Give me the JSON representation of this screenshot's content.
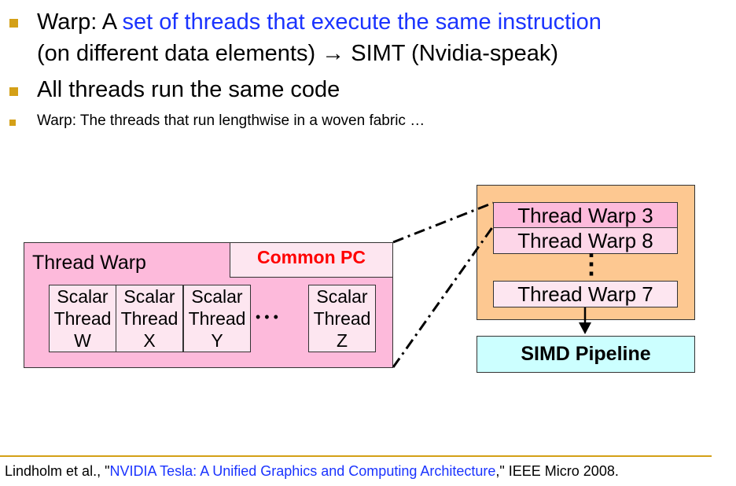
{
  "bullets": [
    {
      "prefix": "Warp: A ",
      "highlight": "set of threads that execute the same instruction",
      "line2": "(on different data elements) → SIMT (Nvidia-speak)"
    },
    {
      "text": "All threads run the same code"
    },
    {
      "text": "Warp: The threads that run lengthwise in a woven fabric …"
    }
  ],
  "diagram": {
    "warp_title": "Thread Warp",
    "common_pc": "Common PC",
    "threads": [
      {
        "l1": "Scalar",
        "l2": "Thread",
        "id": "W"
      },
      {
        "l1": "Scalar",
        "l2": "Thread",
        "id": "X"
      },
      {
        "l1": "Scalar",
        "l2": "Thread",
        "id": "Y"
      },
      {
        "l1": "Scalar",
        "l2": "Thread",
        "id": "Z"
      }
    ],
    "ellipsis": "• • •",
    "warps": [
      "Thread Warp 3",
      "Thread Warp 8",
      "Thread Warp 7"
    ],
    "vdots": "⋮",
    "pipeline": "SIMD Pipeline"
  },
  "citation": {
    "before": "Lindholm et al., \"",
    "link": "NVIDIA Tesla: A Unified Graphics and Computing Architecture",
    "after": ",\" IEEE Micro 2008."
  }
}
